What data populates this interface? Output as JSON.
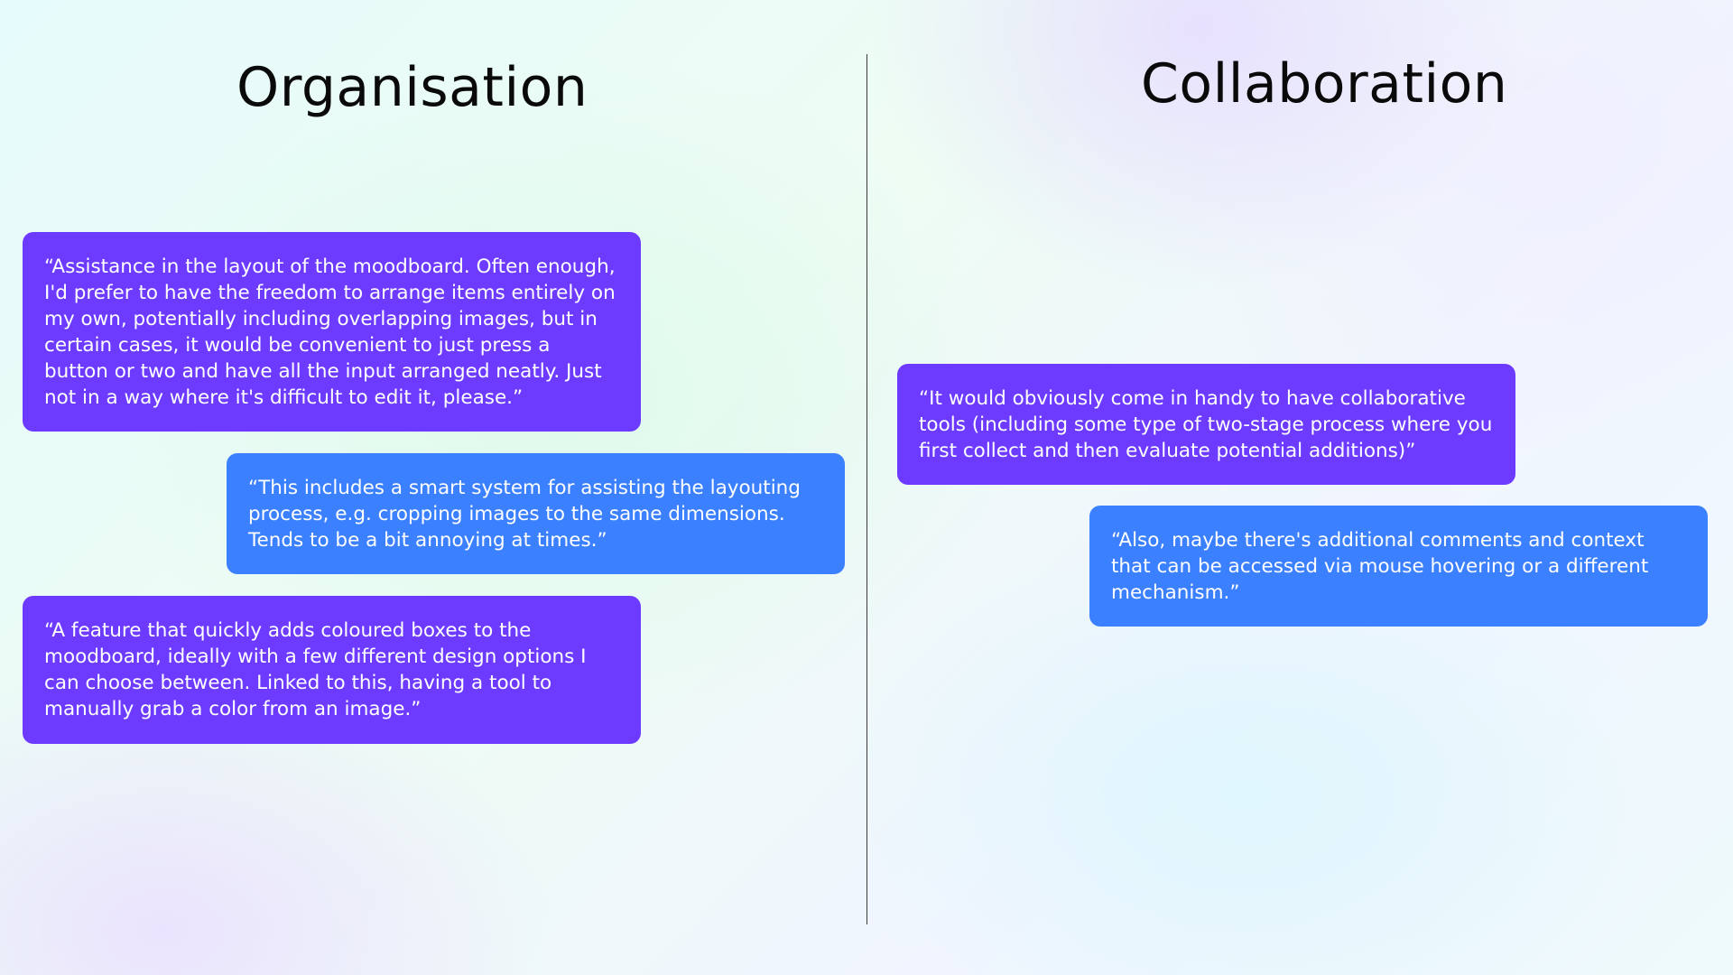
{
  "columns": {
    "left": {
      "title": "Organisation",
      "quotes": [
        {
          "text": "“Assistance in the layout of the moodboard. Often enough, I'd prefer to have the freedom to arrange items entirely on my own, potentially including overlapping images, but in certain cases, it would be convenient to just press a button or two and have all the input arranged neatly. Just not in a way where it's difficult to edit it, please.”",
          "color": "#6d3bff"
        },
        {
          "text": "“This includes a smart system for assisting the layouting process, e.g. cropping images to the same dimensions. Tends to be a bit annoying at times.”",
          "color": "#3b80ff"
        },
        {
          "text": "“A feature that quickly adds coloured boxes to the moodboard, ideally with a few different design options I can choose between. Linked to this, having a tool to manually grab a color from an image.”",
          "color": "#6d3bff"
        }
      ]
    },
    "right": {
      "title": "Collaboration",
      "quotes": [
        {
          "text": "“It would obviously come in handy to have collaborative tools (including some type of two-stage process where you first collect and then evaluate potential additions)”",
          "color": "#6d3bff"
        },
        {
          "text": "“Also, maybe there's additional comments and context that can be accessed via mouse hovering or a different mechanism.”",
          "color": "#3b80ff"
        }
      ]
    }
  }
}
